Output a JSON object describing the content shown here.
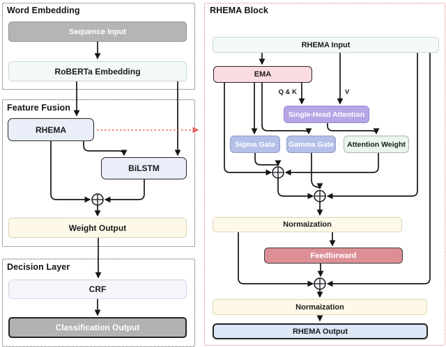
{
  "word_embedding": {
    "title": "Word Embedding",
    "sequence_input": "Sequence Input",
    "roberta_embedding": "RoBERTa Embedding"
  },
  "feature_fusion": {
    "title": "Feature Fusion",
    "rhema": "RHEMA",
    "bilstm": "BiLSTM",
    "weight_output": "Weight Output"
  },
  "decision_layer": {
    "title": "Decision Layer",
    "crf": "CRF",
    "classification_output": "Classification Output"
  },
  "rhema_block": {
    "title": "RHEMA Block",
    "rhema_input": "RHEMA Input",
    "ema": "EMA",
    "qk_label": "Q & K",
    "v_label": "V",
    "single_head_attention": "Single-Head Attention",
    "sigma_gate": "Sigma Gate",
    "gamma_gate": "Gamma Gate",
    "attention_weight": "Attention Weight",
    "normalization_1": "Normaization",
    "feedforward": "Feedforward",
    "normalization_2": "Normaization",
    "rhema_output": "RHEMA Output"
  },
  "colors": {
    "panel_border": "#4a4a4a",
    "rhema_panel_border": "#e07a7a",
    "gray_box": "#b5b5b5",
    "green_box": "#f3faf6",
    "blue_box": "#e9eef9",
    "cream_box": "#fdf8e8",
    "lavender_box": "#f6f5fb",
    "pink_box": "#fbdce0",
    "purple_box": "#b7a6e6",
    "periwinkle_box": "#b4c0e8",
    "mint_box": "#eaf5ec",
    "rose_box": "#dc9096",
    "lightblue_box": "#dde7f6",
    "arrow": "#151515",
    "red_arrow": "#e06060"
  }
}
